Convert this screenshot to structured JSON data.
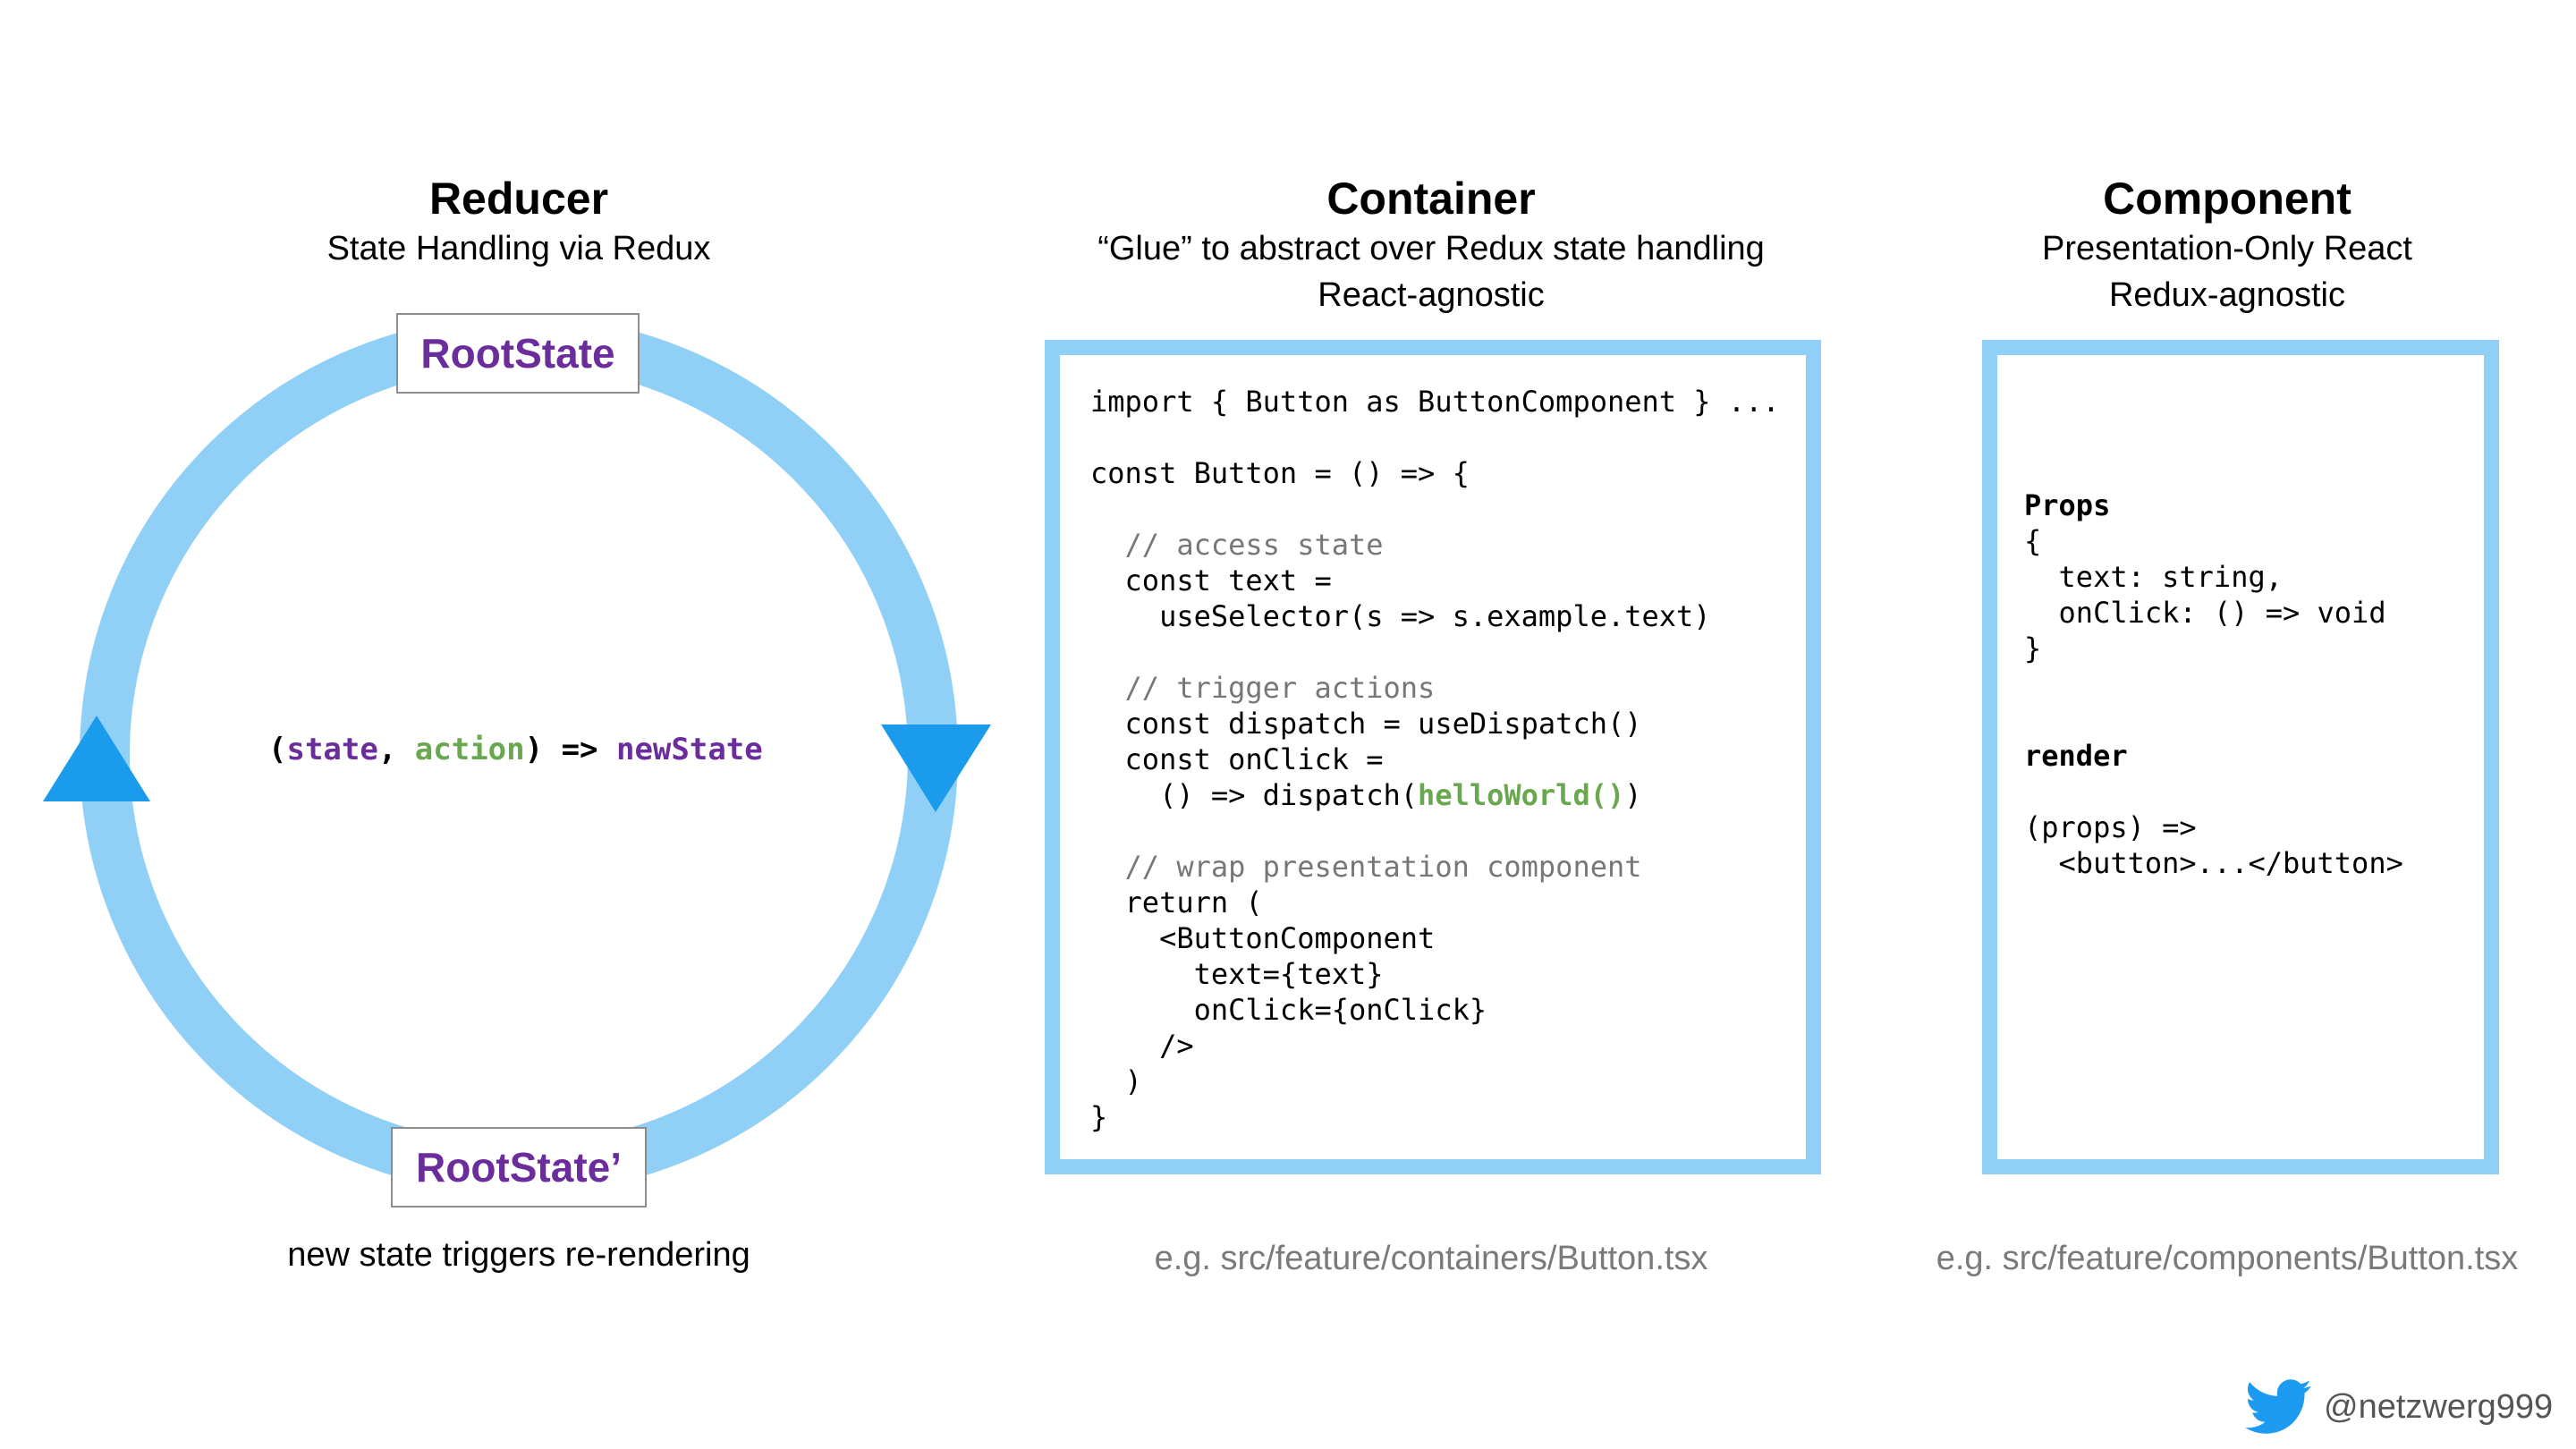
{
  "reducer": {
    "title": "Reducer",
    "subtitle": "State Handling via Redux",
    "state_top": "RootState",
    "state_bottom": "RootState’",
    "formula": {
      "open": "(",
      "state": "state",
      "comma": ", ",
      "action": "action",
      "arrow": ") => ",
      "result": "newState"
    },
    "caption": "new state triggers re-rendering"
  },
  "container": {
    "title": "Container",
    "subtitle_1": "“Glue” to abstract over Redux state handling",
    "subtitle_2": "React-agnostic",
    "code": {
      "import": "import { Button as ButtonComponent } ...",
      "const_button": "const Button = () => {",
      "comment_access": "  // access state",
      "const_text": "  const text =",
      "use_selector": "    useSelector(s => s.example.text)",
      "comment_trigger": "  // trigger actions",
      "const_dispatch": "  const dispatch = useDispatch()",
      "const_onclick": "  const onClick =",
      "dispatch_prefix": "    () => dispatch(",
      "hello_world": "helloWorld()",
      "dispatch_suffix": ")",
      "comment_wrap": "  // wrap presentation component",
      "return_open": "  return (",
      "button_component": "    <ButtonComponent",
      "text_prop": "      text={text}",
      "onclick_prop": "      onClick={onClick}",
      "self_close": "    />",
      "return_close": "  )",
      "close_brace": "}"
    },
    "path": "e.g. src/feature/containers/Button.tsx"
  },
  "component": {
    "title": "Component",
    "subtitle_1": "Presentation-Only React",
    "subtitle_2": "Redux-agnostic",
    "code": {
      "props_label": "Props",
      "open_brace": "{",
      "text_field": "  text: string,",
      "onclick_field": "  onClick: () => void",
      "close_brace": "}",
      "render_label": "render",
      "props_arrow": "(props) =>",
      "button_markup": "  <button>...</button>"
    },
    "path": "e.g. src/feature/components/Button.tsx"
  },
  "footer": {
    "twitter_icon": "twitter-bird-icon",
    "twitter_handle": "@netzwerg999"
  },
  "colors": {
    "ring": "#90d0f7",
    "arrow": "#1a9bec",
    "state_purple": "#6c2d9c",
    "action_green": "#6aa84f",
    "twitter_blue": "#1d9bf0"
  }
}
